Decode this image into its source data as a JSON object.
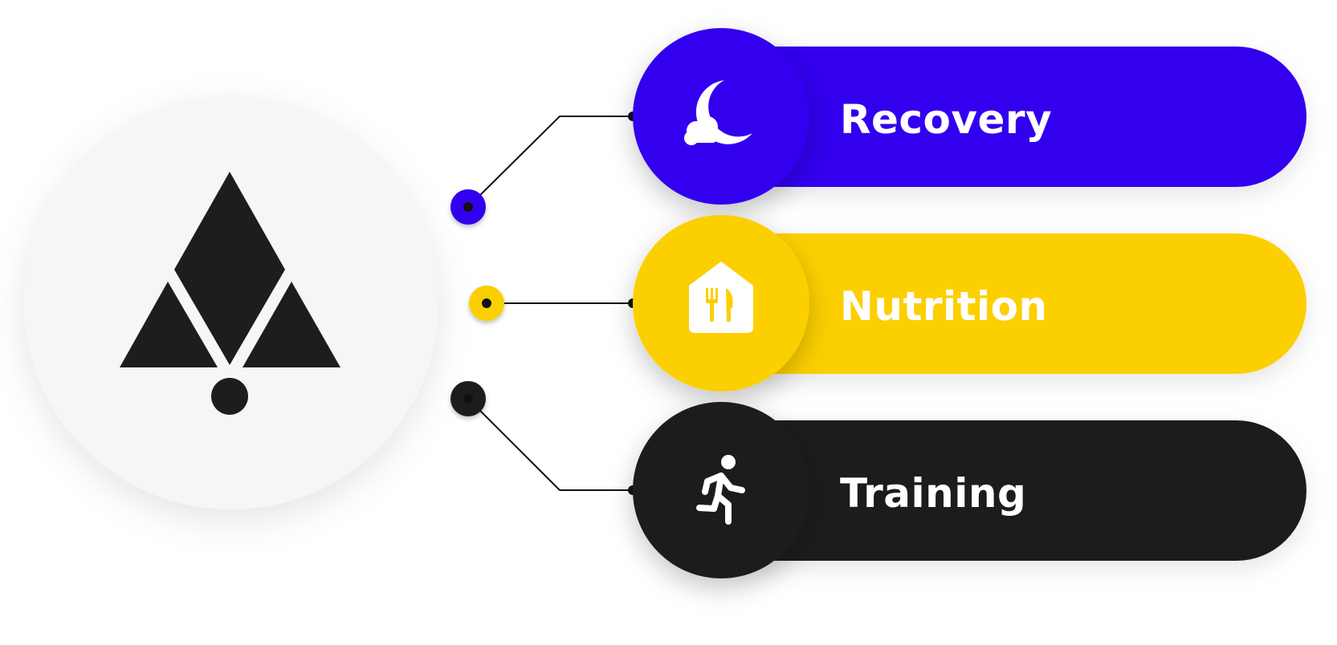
{
  "colors": {
    "background": "#ffffff",
    "hub": "#f6f6f6",
    "logo": "#1d1d1b",
    "connector": "#111111",
    "icon": "#ffffff"
  },
  "hub": {
    "logo_icon": "triangles-logo-icon"
  },
  "branches": [
    {
      "label": "Recovery",
      "color": "#3300ee",
      "icon": "moon-cloud-icon"
    },
    {
      "label": "Nutrition",
      "color": "#fccf00",
      "icon": "restaurant-house-icon"
    },
    {
      "label": "Training",
      "color": "#1f1f1f",
      "icon": "running-person-icon"
    }
  ]
}
